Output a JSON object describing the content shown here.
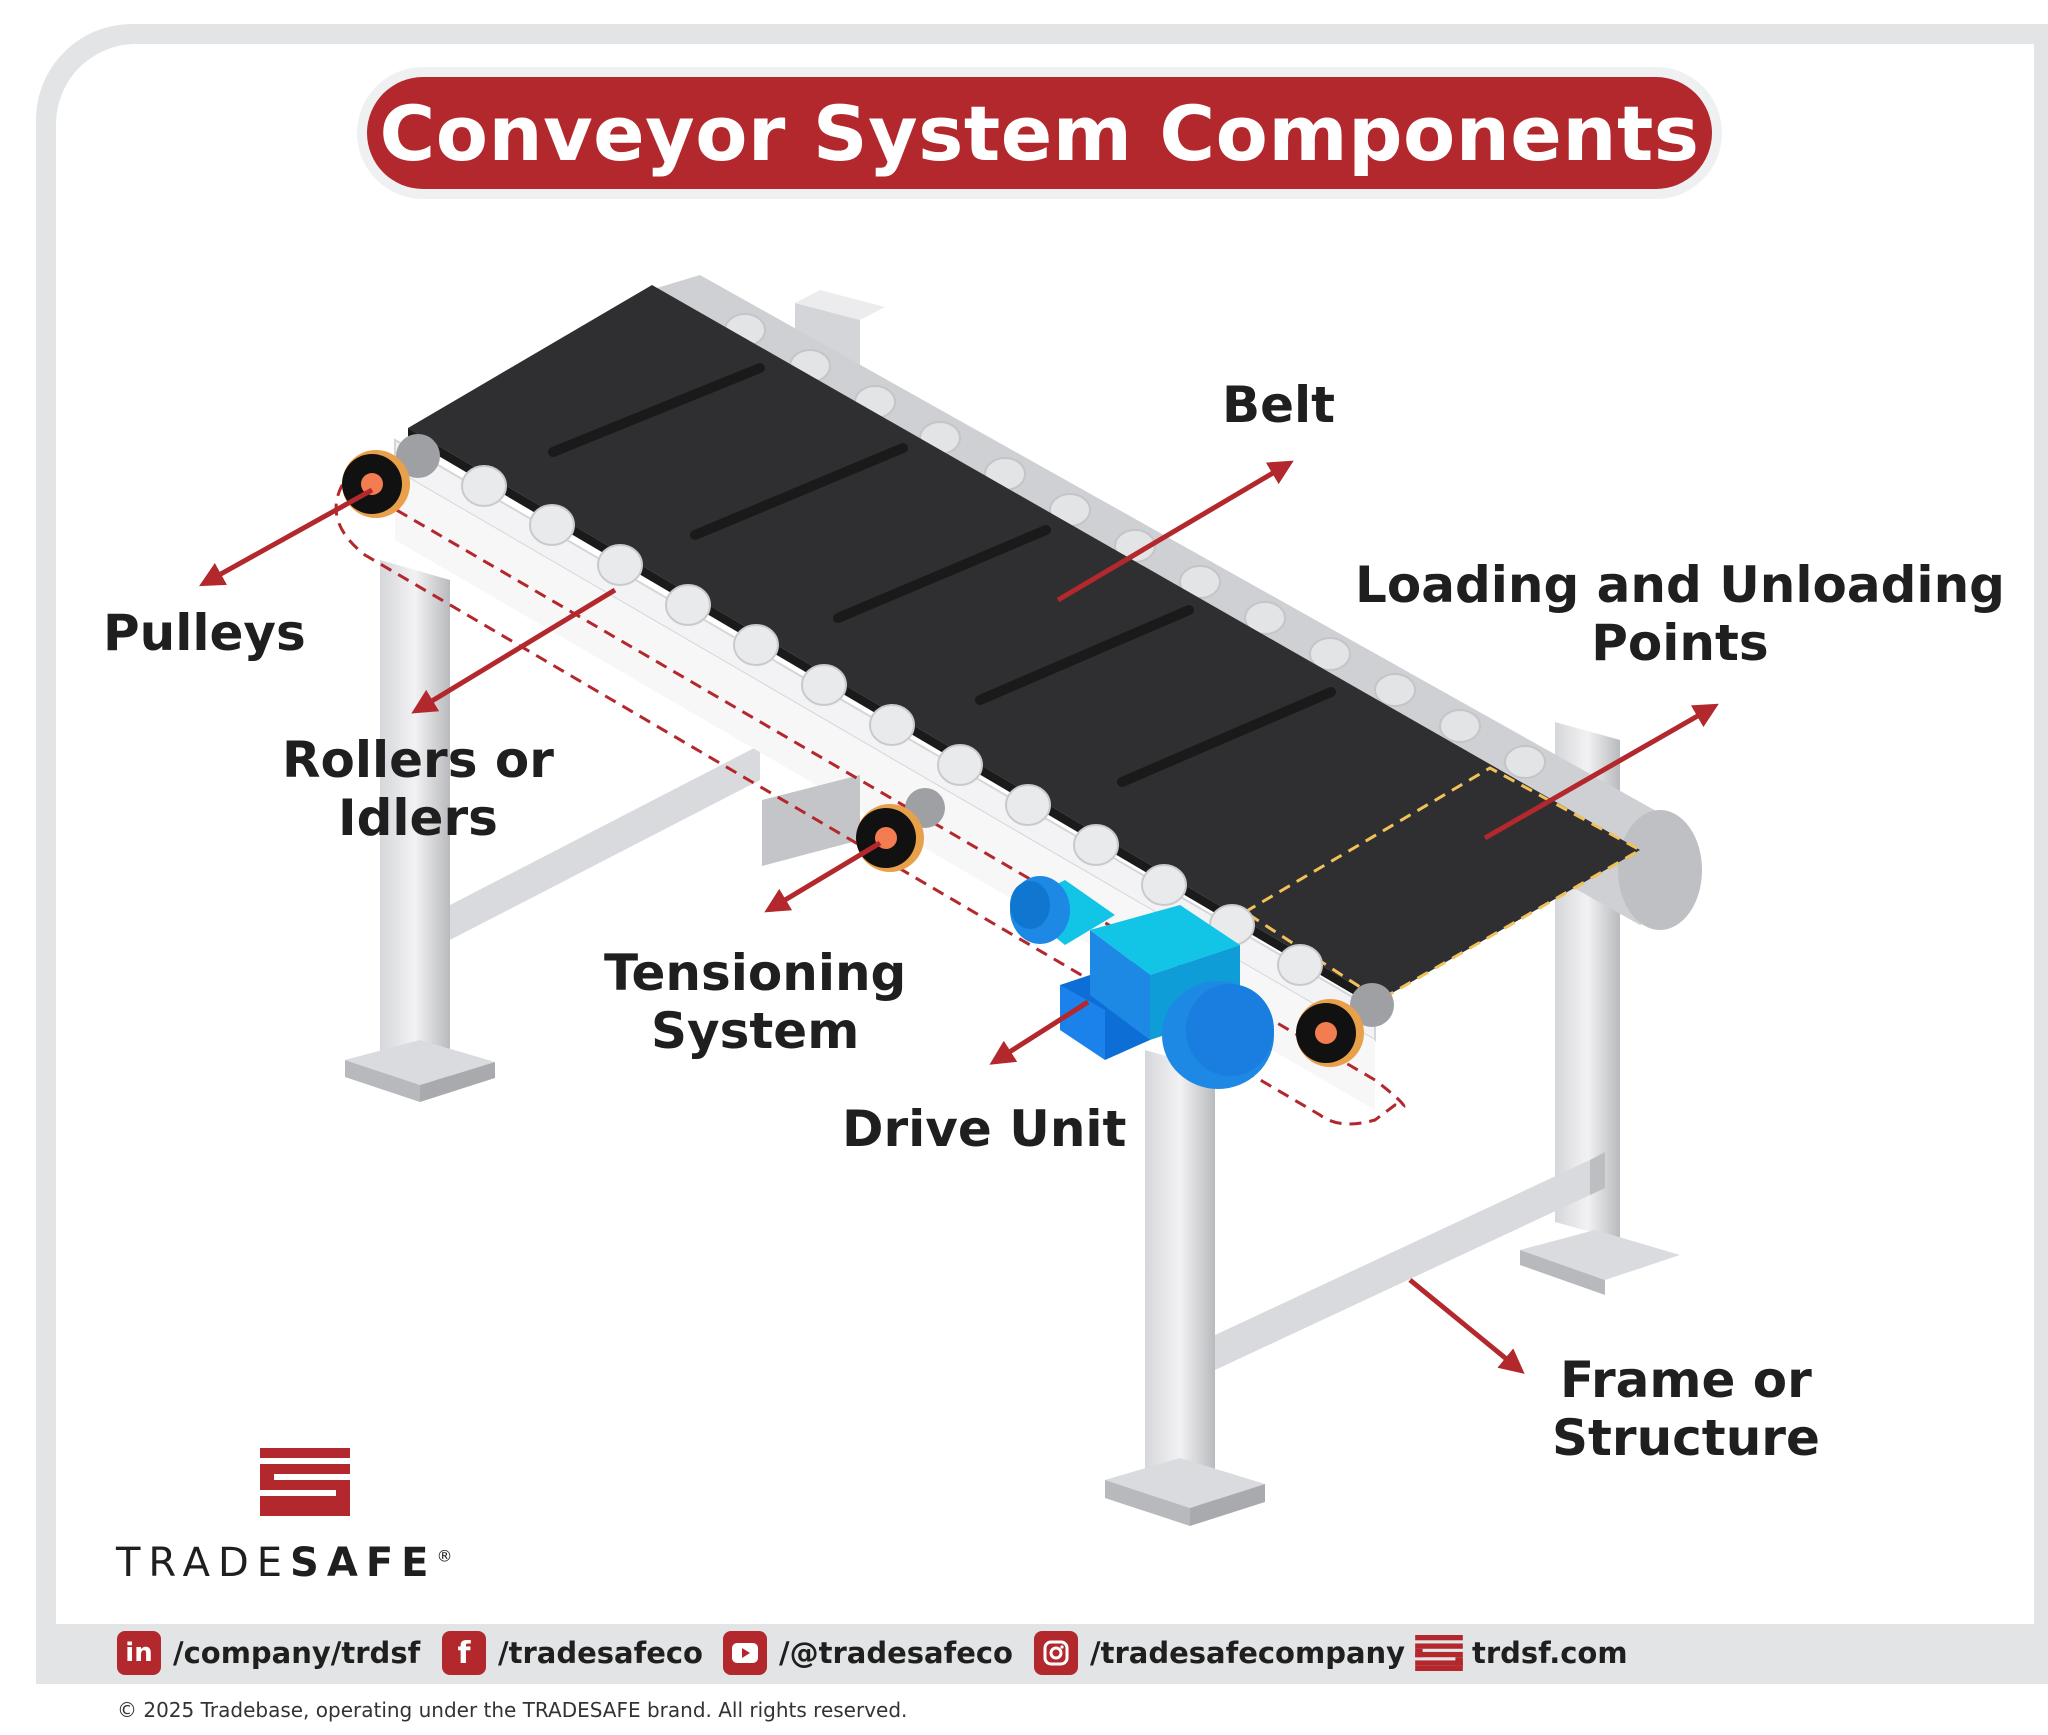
{
  "title": "Conveyor System Components",
  "labels": {
    "belt": "Belt",
    "pulleys": "Pulleys",
    "loading_line1": "Loading and Unloading",
    "loading_line2": "Points",
    "rollers_line1": "Rollers or",
    "rollers_line2": "Idlers",
    "tensioning_line1": "Tensioning",
    "tensioning_line2": "System",
    "drive": "Drive Unit",
    "frame_line1": "Frame or",
    "frame_line2": "Structure"
  },
  "brand": {
    "name_light": "TRADE",
    "name_bold": "SAFE",
    "registered": "®"
  },
  "social": [
    {
      "icon": "linkedin-icon",
      "text": "/company/trdsf"
    },
    {
      "icon": "facebook-icon",
      "text": "/tradesafeco"
    },
    {
      "icon": "youtube-icon",
      "text": "/@tradesafeco"
    },
    {
      "icon": "instagram-icon",
      "text": "/tradesafecompany"
    },
    {
      "icon": "tradesafe-logo-icon",
      "text": "trdsf.com"
    }
  ],
  "copyright": "© 2025 Tradebase, operating under the TRADESAFE brand. All rights reserved.",
  "colors": {
    "accent": "#b3282d",
    "belt": "#2f2f31",
    "frame": "#c9cacd",
    "motor": "#1e88e5",
    "motor_light": "#12c4e6",
    "text": "#1f1f1f"
  }
}
